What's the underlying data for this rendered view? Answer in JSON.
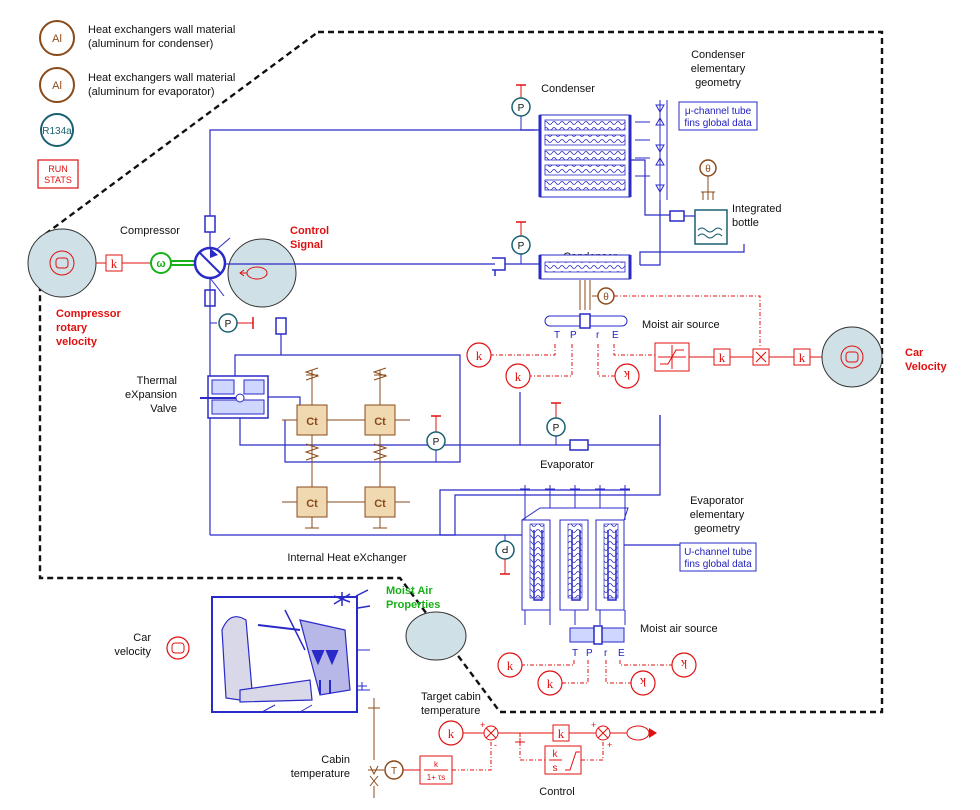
{
  "library": {
    "material_condenser": {
      "symbol": "Al",
      "label_line1": "Heat exchangers wall material",
      "label_line2": "(aluminum for condenser)"
    },
    "material_evaporator": {
      "symbol": "Al",
      "label_line1": "Heat exchangers wall material",
      "label_line2": "(aluminum for evaporator)"
    },
    "refrigerant": "R134a",
    "run_stats": {
      "line1": "RUN",
      "line2": "STATS"
    }
  },
  "labels": {
    "compressor": "Compressor",
    "control_signal_1": "Control",
    "control_signal_2": "Signal",
    "comp_velocity_1": "Compressor",
    "comp_velocity_2": "rotary",
    "comp_velocity_3": "velocity",
    "condenser_top": "Condenser",
    "condenser_bottom": "Condenser",
    "condenser_geom_1": "Condenser",
    "condenser_geom_2": "elementary",
    "condenser_geom_3": "geometry",
    "cond_fins_1": "μ-channel tube",
    "cond_fins_2": "fins global data",
    "integrated_bottle_1": "Integrated",
    "integrated_bottle_2": "bottle",
    "moist_air_source_top": "Moist air source",
    "car_velocity_right_1": "Car",
    "car_velocity_right_2": "Velocity",
    "txv_1": "Thermal",
    "txv_2": "eXpansion",
    "txv_3": "Valve",
    "evaporator": "Evaporator",
    "evap_geom_1": "Evaporator",
    "evap_geom_2": "elementary",
    "evap_geom_3": "geometry",
    "evap_fins_1": "U-channel tube",
    "evap_fins_2": "fins global data",
    "ihx": "Internal Heat eXchanger",
    "moist_air_props_1": "Moist Air",
    "moist_air_props_2": "Properties",
    "moist_air_source_bottom": "Moist air source",
    "car_velocity_left_1": "Car",
    "car_velocity_left_2": "velocity",
    "target_cabin_1": "Target cabin",
    "target_cabin_2": "temperature",
    "cabin_temp_1": "Cabin",
    "cabin_temp_2": "temperature",
    "control": "Control"
  },
  "symbols": {
    "gain": "k",
    "ct": "Ct",
    "pressure": "P",
    "temp": "T",
    "omega": "ω",
    "lag_num": "k",
    "lag_den": "1+ τs",
    "integ_num": "k",
    "integ_den": "s",
    "port_T": "T",
    "port_P": "P",
    "port_r": "r",
    "port_E": "E"
  },
  "colors": {
    "hydraulic": "#2a2ac8",
    "signal": "#e01010",
    "thermal": "#8a4a1a",
    "mechanical": "#18b018",
    "material": "#8a4a1a",
    "refrigerant": "#1a6070",
    "supercomponent_fill": "#cfe0e6"
  }
}
